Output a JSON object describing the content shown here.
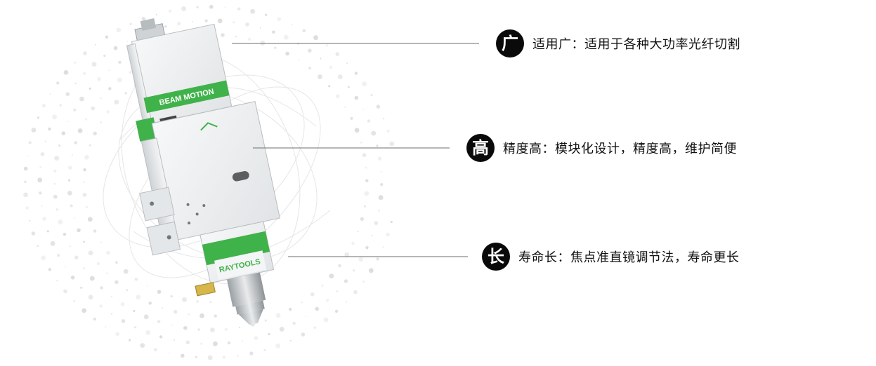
{
  "product": {
    "upper_label": "BEAM MOTION",
    "lower_label": "RAYTOOLS"
  },
  "features": [
    {
      "badge": "广",
      "text": "适用广：适用于各种大功率光纤切割"
    },
    {
      "badge": "高",
      "text": "精度高：模块化设计，精度高，维护简便"
    },
    {
      "badge": "长",
      "text": "寿命长：焦点准直镜调节法，寿命更长"
    }
  ],
  "colors": {
    "accent_green": "#3fb24a",
    "badge_bg": "#0a0a0a",
    "body_metal": "#e8eaec"
  }
}
